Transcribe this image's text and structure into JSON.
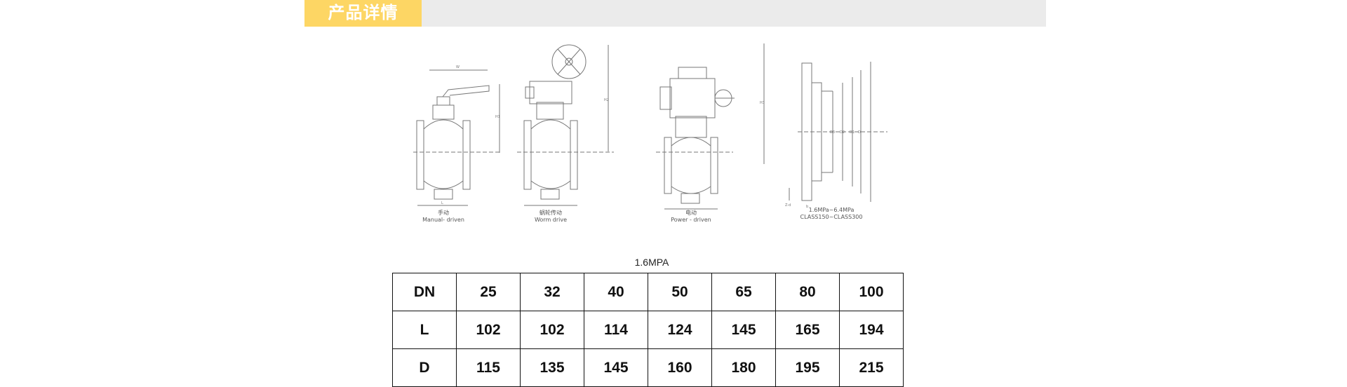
{
  "header": {
    "title": "产品详情",
    "accent_color": "#fdd664",
    "bar_color": "#ebebeb"
  },
  "diagram": {
    "captions": [
      {
        "cn": "手动",
        "en": "Manual- driven"
      },
      {
        "cn": "蜗轮传动",
        "en": "Worm drive"
      },
      {
        "cn": "电动",
        "en": "Power - driven"
      },
      {
        "cn": "1.6MPa~6.4MPa",
        "en": "CLASS150~CLASS300"
      }
    ],
    "dimension_labels": [
      "W",
      "H1",
      "H2",
      "H3",
      "L",
      "D",
      "D1",
      "D2",
      "D3",
      "b",
      "Z-d"
    ]
  },
  "spec_table": {
    "title": "1.6MPA",
    "rows": [
      [
        "DN",
        "25",
        "32",
        "40",
        "50",
        "65",
        "80",
        "100"
      ],
      [
        "L",
        "102",
        "102",
        "114",
        "124",
        "145",
        "165",
        "194"
      ],
      [
        "D",
        "115",
        "135",
        "145",
        "160",
        "180",
        "195",
        "215"
      ]
    ]
  }
}
